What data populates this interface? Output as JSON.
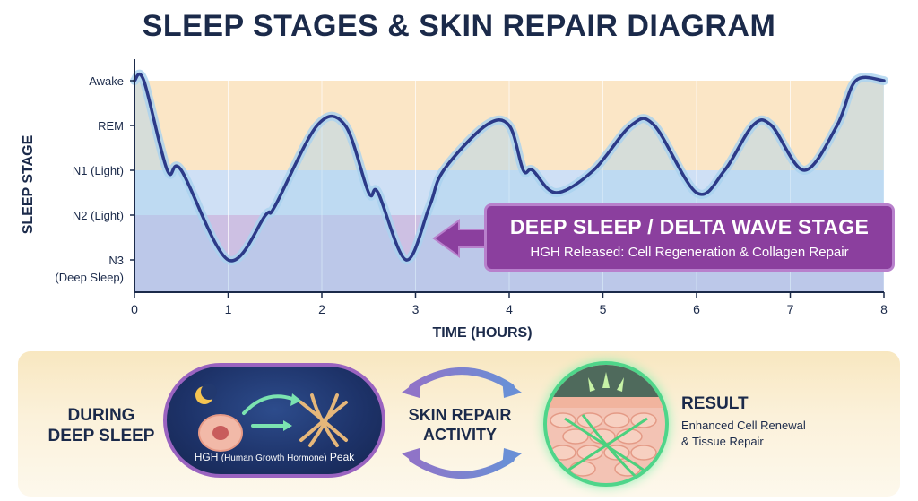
{
  "title": "SLEEP STAGES & SKIN REPAIR DIAGRAM",
  "chart_data": {
    "type": "line",
    "xlabel": "TIME (HOURS)",
    "ylabel": "SLEEP STAGE",
    "xlim": [
      0,
      8
    ],
    "x_ticks": [
      "0",
      "1",
      "2",
      "3",
      "4",
      "5",
      "6",
      "7",
      "8"
    ],
    "y_ticks": [
      "Awake",
      "REM",
      "N1 (Light)",
      "N2 (Light)",
      "N3"
    ],
    "y_tick_sub": "(Deep Sleep)",
    "y_levels": {
      "Awake": 4,
      "REM": 3,
      "N1 (Light)": 2,
      "N2 (Light)": 1,
      "N3": 0
    },
    "points": [
      [
        0,
        4
      ],
      [
        0.1,
        4
      ],
      [
        0.35,
        2
      ],
      [
        0.5,
        2
      ],
      [
        1.0,
        0
      ],
      [
        1.4,
        1
      ],
      [
        1.5,
        1.2
      ],
      [
        1.95,
        3
      ],
      [
        2.25,
        3
      ],
      [
        2.5,
        1.5
      ],
      [
        2.6,
        1.5
      ],
      [
        2.9,
        0
      ],
      [
        3.15,
        1.2
      ],
      [
        3.3,
        2
      ],
      [
        3.75,
        3
      ],
      [
        4.0,
        3
      ],
      [
        4.15,
        2
      ],
      [
        4.25,
        2
      ],
      [
        4.5,
        1.5
      ],
      [
        4.9,
        2
      ],
      [
        5.3,
        3
      ],
      [
        5.55,
        3
      ],
      [
        6.0,
        1.5
      ],
      [
        6.3,
        2
      ],
      [
        6.6,
        3
      ],
      [
        6.8,
        3
      ],
      [
        7.15,
        2
      ],
      [
        7.5,
        3
      ],
      [
        7.7,
        4
      ],
      [
        8,
        4
      ]
    ],
    "bands": [
      {
        "from": 2,
        "to": 4,
        "color": "#fbe6c6"
      },
      {
        "from": 1,
        "to": 2,
        "color": "#cfe0f5"
      },
      {
        "from": -0.7,
        "to": 1,
        "color": "#cdc0e3"
      }
    ],
    "line_color": "#2c3a88",
    "glow_color": "#a9d2ef",
    "grid": true
  },
  "callout": {
    "title": "DEEP SLEEP / DELTA WAVE STAGE",
    "subtitle": "HGH Released: Cell Regeneration & Collagen Repair",
    "color": "#8b3f9e"
  },
  "bottom": {
    "left_label_line1": "DURING",
    "left_label_line2": "DEEP SLEEP",
    "hgh_caption_prefix": "HGH",
    "hgh_caption_paren": "(Human Growth Hormone)",
    "hgh_caption_suffix": "Peak",
    "middle_label_line1": "SKIN REPAIR",
    "middle_label_line2": "ACTIVITY",
    "result_title": "RESULT",
    "result_line1": "Enhanced Cell Renewal",
    "result_line2": "& Tissue Repair"
  },
  "icons": [
    "moon-icon",
    "cell-icon",
    "collagen-icon",
    "skin-layers-icon",
    "cycle-arrows-icon"
  ]
}
